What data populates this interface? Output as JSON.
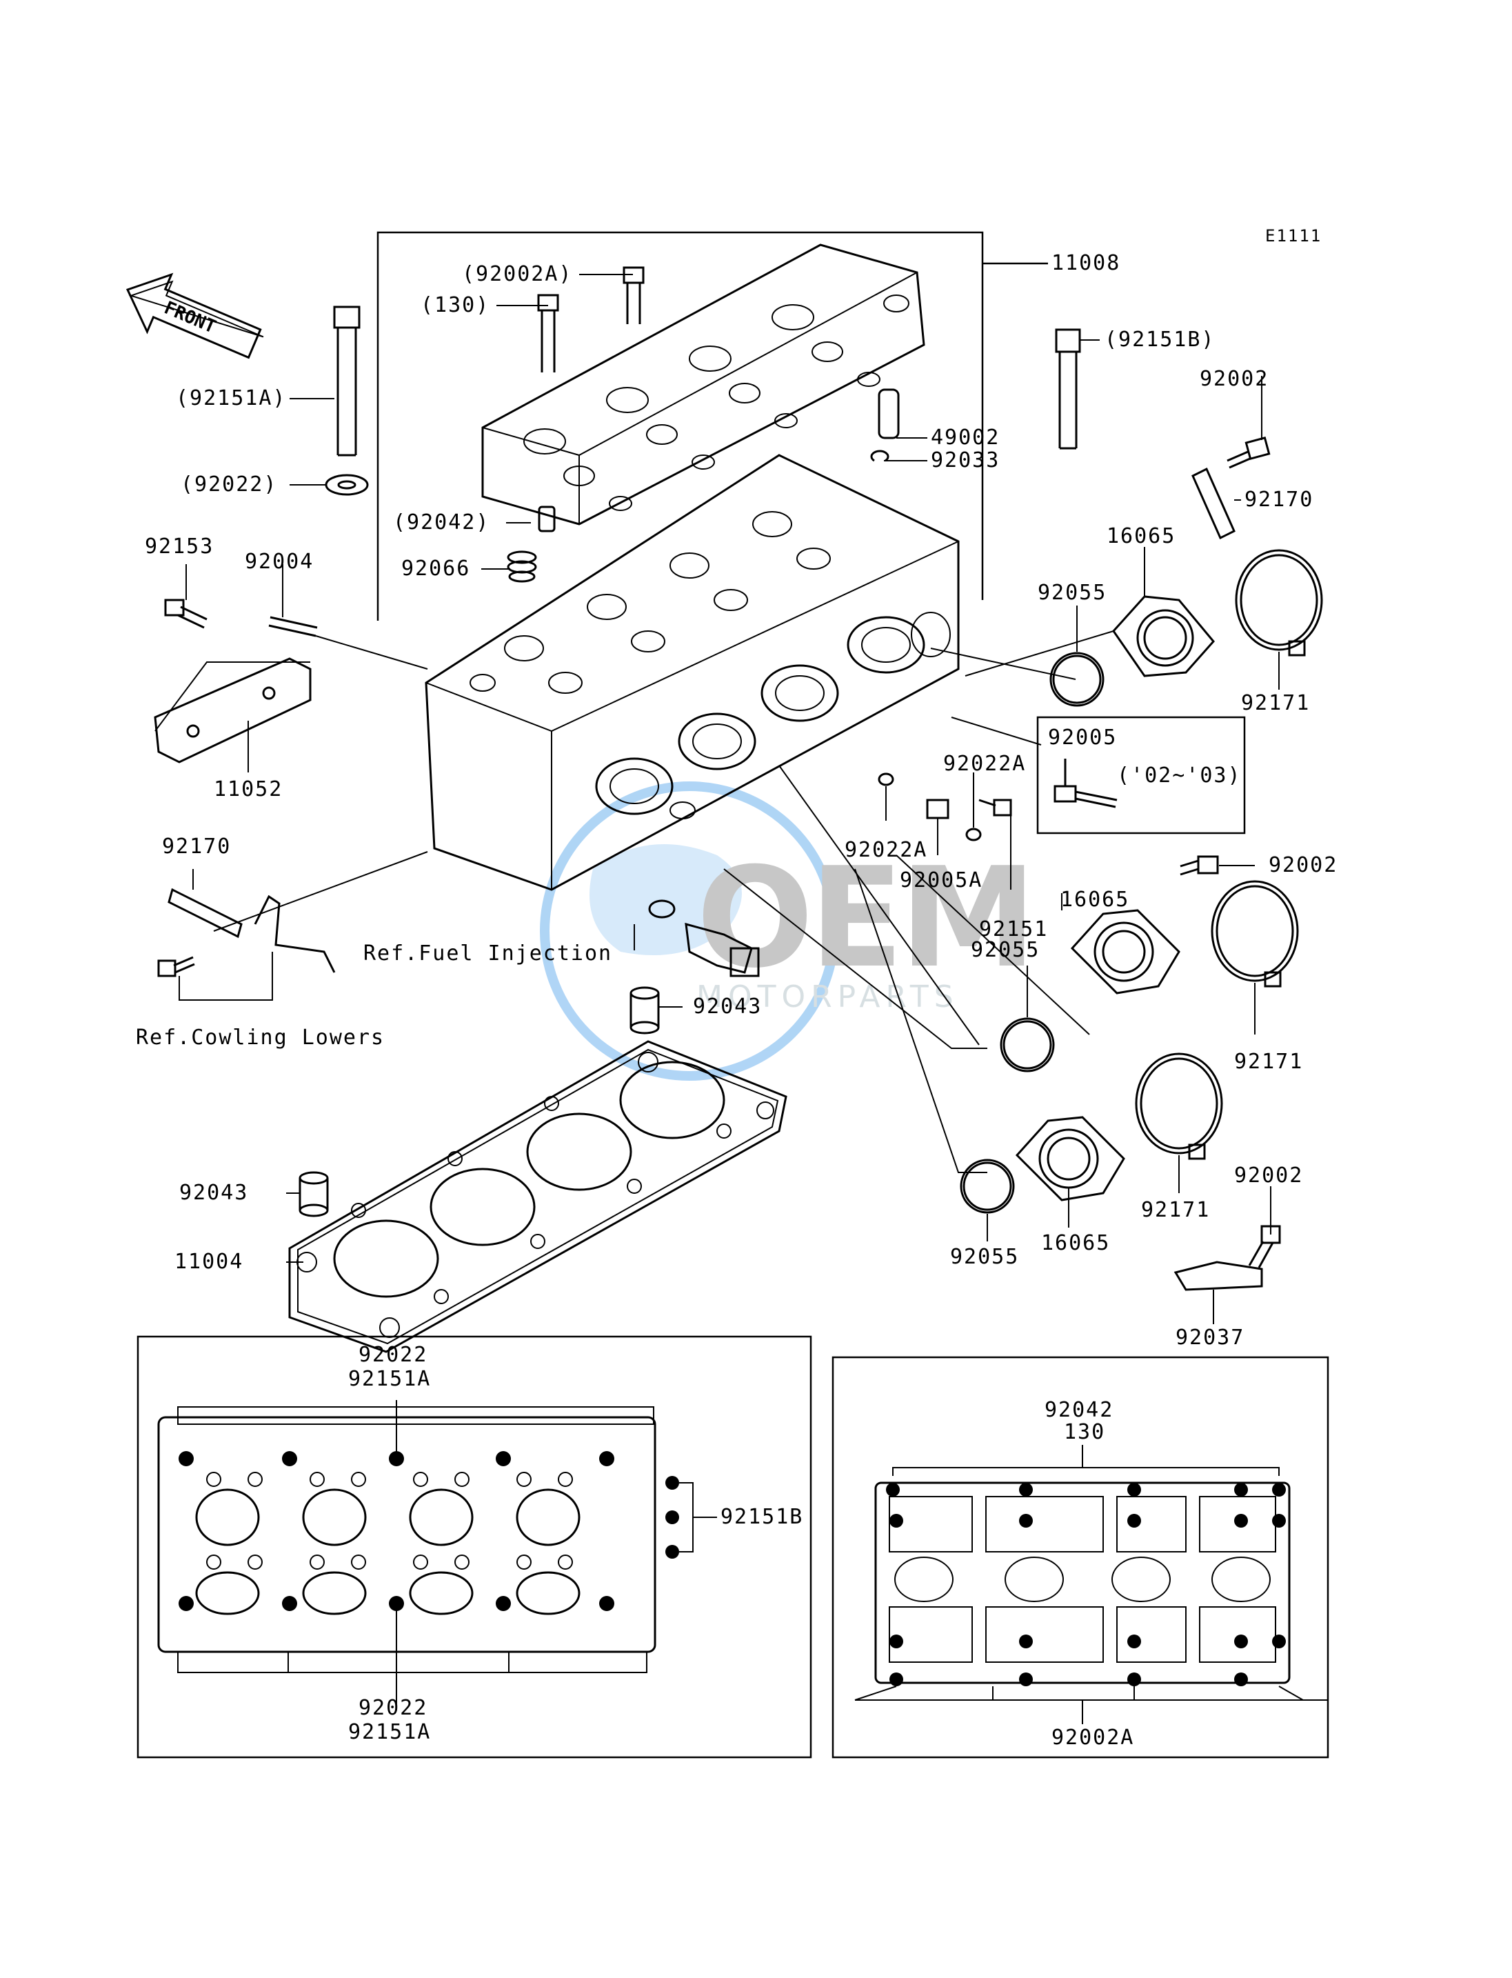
{
  "diagram_code": "E1111",
  "front_arrow": {
    "text": "FRONT"
  },
  "watermark": {
    "brand": "OEM",
    "sub": "MOTORPARTS",
    "color": "#1e88e5"
  },
  "callouts": [
    {
      "id": "c-11008",
      "text": "11008"
    },
    {
      "id": "c-92002A-top",
      "text": "(92002A)"
    },
    {
      "id": "c-130-top",
      "text": "(130)"
    },
    {
      "id": "c-92151A",
      "text": "(92151A)"
    },
    {
      "id": "c-92022-top",
      "text": "(92022)"
    },
    {
      "id": "c-92151B",
      "text": "(92151B)"
    },
    {
      "id": "c-92002-a",
      "text": "92002"
    },
    {
      "id": "c-49002",
      "text": "49002"
    },
    {
      "id": "c-92033",
      "text": "92033"
    },
    {
      "id": "c-92170-a",
      "text": "92170"
    },
    {
      "id": "c-92042-top",
      "text": "(92042)"
    },
    {
      "id": "c-92066",
      "text": "92066"
    },
    {
      "id": "c-16065-a",
      "text": "16065"
    },
    {
      "id": "c-92153",
      "text": "92153"
    },
    {
      "id": "c-92004",
      "text": "92004"
    },
    {
      "id": "c-92055-a",
      "text": "92055"
    },
    {
      "id": "c-92171-a",
      "text": "92171"
    },
    {
      "id": "c-11052",
      "text": "11052"
    },
    {
      "id": "c-92005",
      "text": "92005"
    },
    {
      "id": "c-02-03",
      "text": "('02~'03)"
    },
    {
      "id": "c-92022A-a",
      "text": "92022A"
    },
    {
      "id": "c-92170-b",
      "text": "92170"
    },
    {
      "id": "c-92022A-b",
      "text": "92022A"
    },
    {
      "id": "c-92005A",
      "text": "92005A"
    },
    {
      "id": "c-92002-b",
      "text": "92002"
    },
    {
      "id": "c-16065-b",
      "text": "16065"
    },
    {
      "id": "c-92151",
      "text": "92151"
    },
    {
      "id": "c-92055-b",
      "text": "92055"
    },
    {
      "id": "c-ref-fuel",
      "text": "Ref.Fuel Injection"
    },
    {
      "id": "c-ref-cowl",
      "text": "Ref.Cowling Lowers"
    },
    {
      "id": "c-92043-a",
      "text": "92043"
    },
    {
      "id": "c-92171-b",
      "text": "92171"
    },
    {
      "id": "c-92002-c",
      "text": "92002"
    },
    {
      "id": "c-92043-b",
      "text": "92043"
    },
    {
      "id": "c-92171-c",
      "text": "92171"
    },
    {
      "id": "c-11004",
      "text": "11004"
    },
    {
      "id": "c-92055-c",
      "text": "92055"
    },
    {
      "id": "c-16065-c",
      "text": "16065"
    },
    {
      "id": "c-92037",
      "text": "92037"
    },
    {
      "id": "c-bl-92022-top",
      "text": "92022"
    },
    {
      "id": "c-bl-92151A-top",
      "text": "92151A"
    },
    {
      "id": "c-bl-92151B",
      "text": "92151B"
    },
    {
      "id": "c-bl-92022-bot",
      "text": "92022"
    },
    {
      "id": "c-bl-92151A-bot",
      "text": "92151A"
    },
    {
      "id": "c-br-92042",
      "text": "92042"
    },
    {
      "id": "c-br-130",
      "text": "130"
    },
    {
      "id": "c-br-92002A",
      "text": "92002A"
    }
  ]
}
